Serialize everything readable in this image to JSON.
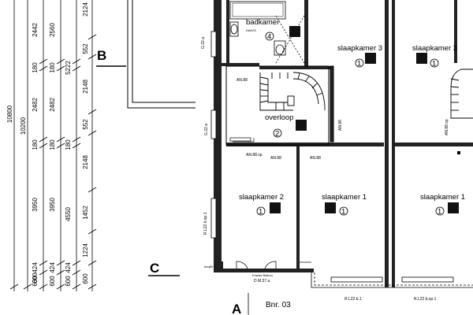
{
  "dimensions": {
    "col1": [
      {
        "value": "10800"
      }
    ],
    "col2": [
      {
        "value": "10200"
      }
    ],
    "col3": [
      {
        "value": "2442"
      },
      {
        "value": "180"
      },
      {
        "value": "2482"
      },
      {
        "value": "180"
      },
      {
        "value": "3950"
      },
      {
        "value": "600"
      },
      {
        "value": "424"
      },
      {
        "value": "600"
      }
    ],
    "col4": [
      {
        "value": "2560"
      },
      {
        "value": "180"
      },
      {
        "value": "2482"
      },
      {
        "value": "180"
      },
      {
        "value": "3950"
      },
      {
        "value": "424"
      },
      {
        "value": "600"
      }
    ],
    "col5": [
      {
        "value": "5222"
      },
      {
        "value": "180"
      },
      {
        "value": "4550"
      },
      {
        "value": "424"
      },
      {
        "value": "600"
      }
    ],
    "col6": [
      {
        "value": "2124"
      },
      {
        "value": "552"
      },
      {
        "value": "2148"
      },
      {
        "value": "552"
      },
      {
        "value": "2148"
      },
      {
        "value": "1452"
      },
      {
        "value": "1224"
      },
      {
        "value": "600"
      }
    ]
  },
  "grid_labels": {
    "b": "B",
    "c": "C",
    "a": "A"
  },
  "bnr": "Bnr. 03",
  "rooms": {
    "badkamer": {
      "name": "badkamer",
      "number": "4"
    },
    "overloop": {
      "name": "overloop",
      "number": "2"
    },
    "slaapkamer3_a": {
      "name": "slaapkamer 3",
      "number": "1"
    },
    "slaapkamer3_b": {
      "name": "slaapkamer 3",
      "number": "1"
    },
    "slaapkamer2": {
      "name": "slaapkamer 2",
      "number": "1"
    },
    "slaapkamer1_a": {
      "name": "slaapkamer 1",
      "number": "1"
    },
    "slaapkamer1_b": {
      "name": "slaapkamer 1",
      "number": "1"
    }
  },
  "labels": {
    "g22a_top": "G.22.a",
    "g22a_mid": "G.22.a",
    "an88_a": "AN.88",
    "an88_b": "AN.88",
    "an88_c": "AN.88",
    "an88_d": "AN.88",
    "an88_sp": "AN.88.sp",
    "an88_right": "AN.88.sp",
    "rl22": "R.L22.b.sp.1",
    "rl22_bottom_a": "R.L22.b.1",
    "rl22_bottom_b": "R.L22.b.sp.1",
    "dm37": "D.M.37.a",
    "frans": "Franse Balkon",
    "bearer": "beq80 ⊕",
    "dakraam": "DAK03"
  }
}
